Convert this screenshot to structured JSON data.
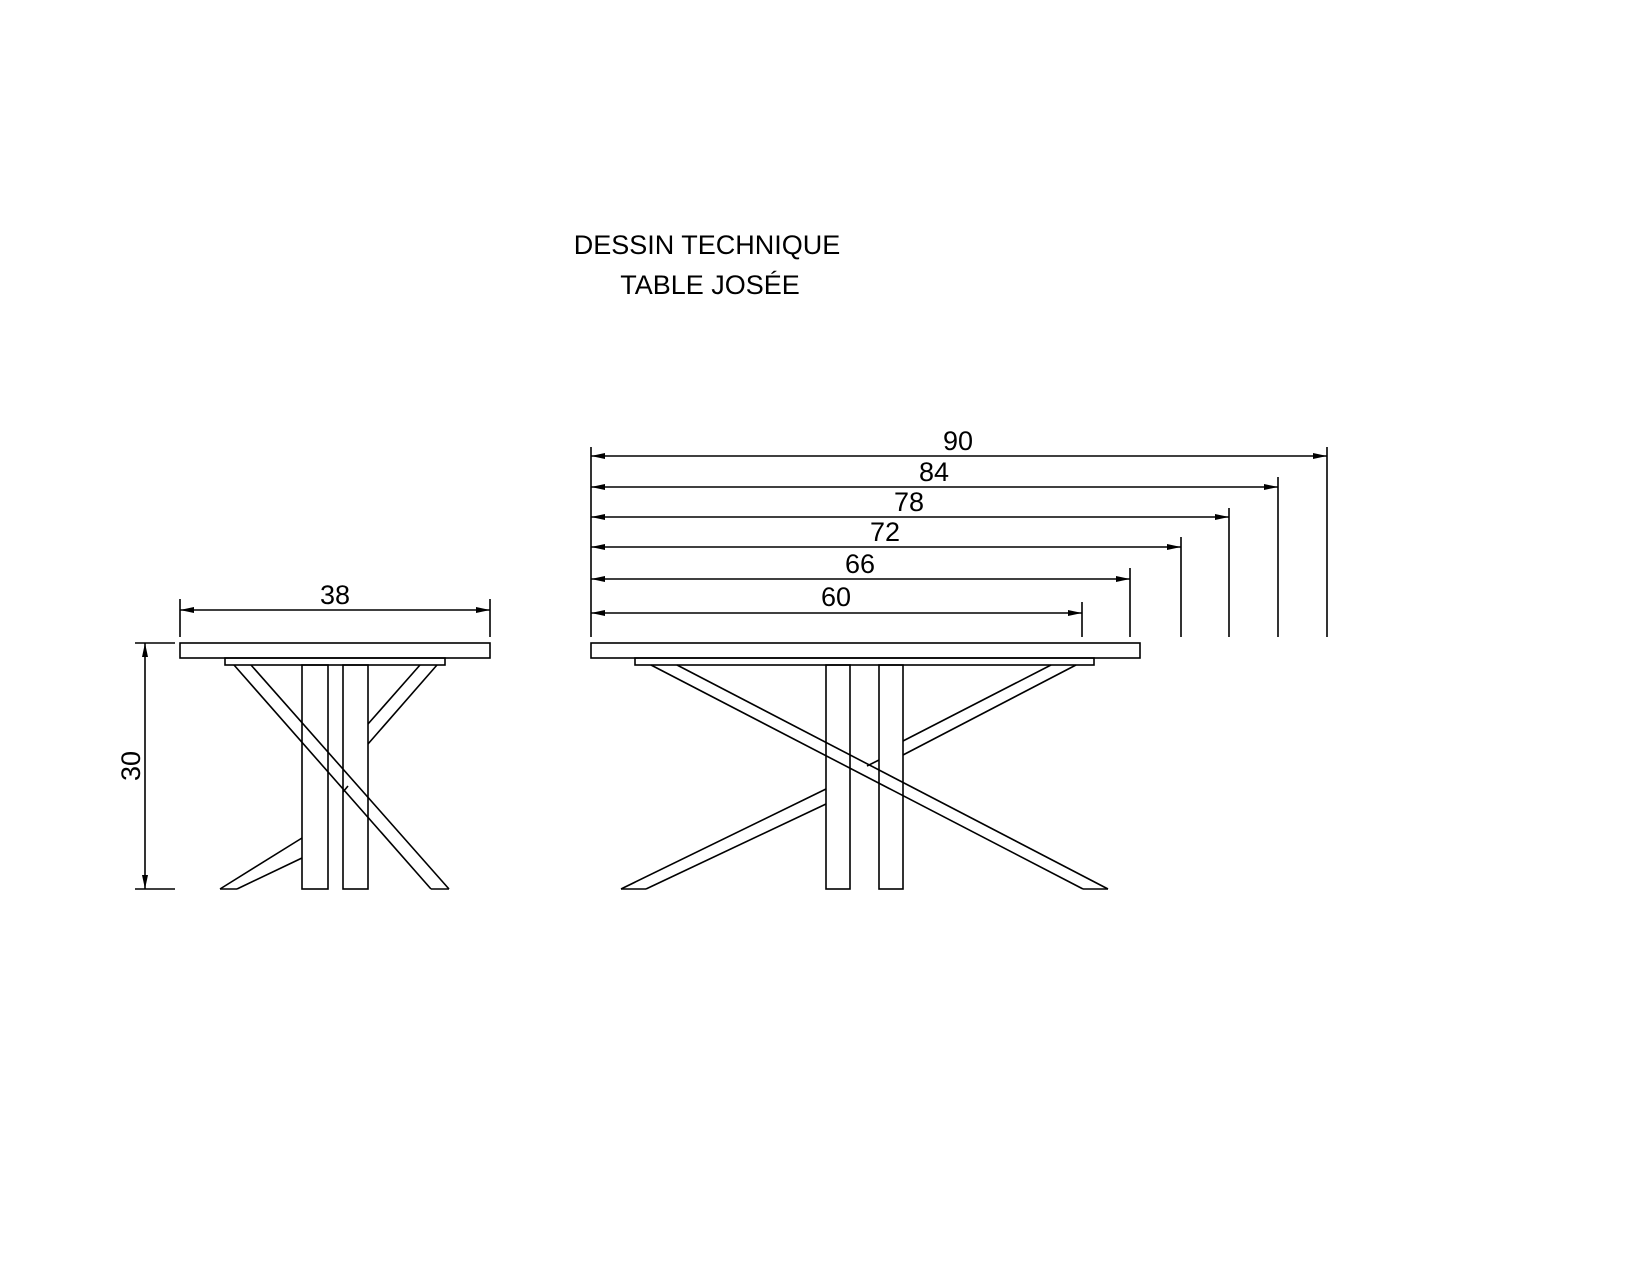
{
  "title": {
    "line1": "DESSIN TECHNIQUE",
    "line2": "TABLE JOSÉE"
  },
  "side_view": {
    "width_label": "38",
    "height_label": "30"
  },
  "front_view": {
    "length_labels": [
      "90",
      "84",
      "78",
      "72",
      "66",
      "60"
    ]
  },
  "colors": {
    "line": "#000000",
    "background": "#ffffff"
  }
}
